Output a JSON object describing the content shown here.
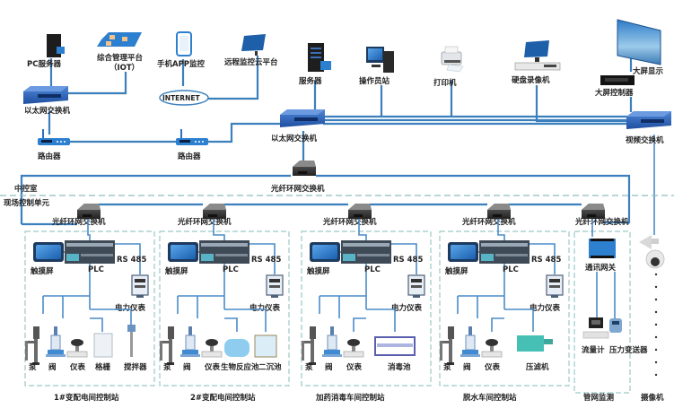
{
  "colors": {
    "link": "#3c7fbd",
    "device_blue": "#2d6fc4",
    "zone_border": "#9cc9c6",
    "text": "#222222"
  },
  "control_room": {
    "zone_label": "中控室",
    "pc_server": "PC服务器",
    "iot_platform_line1": "综合管理平台",
    "iot_platform_line2": "（IOT）",
    "mobile_app": "手机APP监控",
    "cloud_platform": "远程监控云平台",
    "internet": "INTERNET",
    "ethernet_switch_left": "以太网交换机",
    "router_left": "路由器",
    "router_mid": "路由器",
    "server": "服务器",
    "operator_station": "操作员站",
    "printer": "打印机",
    "nvr": "硬盘录像机",
    "video_wall": "大屏显示",
    "wall_controller": "大屏控制器",
    "ethernet_switch_main": "以太网交换机",
    "video_switch": "视频交换机",
    "fiber_ring_core": "光纤环网交换机"
  },
  "field_unit": {
    "zone_label": "现场控制单元",
    "stations": [
      {
        "switch": "光纤环网交换机",
        "touchscreen": "触摸屏",
        "plc": "PLC",
        "rs485": "RS 485",
        "power_meter": "电力仪表",
        "devices": [
          "泵",
          "阀",
          "仪表",
          "格栅",
          "搅拌器"
        ],
        "title": "1#变配电间控制站"
      },
      {
        "switch": "光纤环网交换机",
        "touchscreen": "触摸屏",
        "plc": "PLC",
        "rs485": "RS 485",
        "power_meter": "电力仪表",
        "devices": [
          "泵",
          "阀",
          "仪表",
          "生物反应池",
          "二沉池"
        ],
        "title": "2#变配电间控制站"
      },
      {
        "switch": "光纤环网交换机",
        "touchscreen": "触摸屏",
        "plc": "PLC",
        "rs485": "RS 485",
        "power_meter": "电力仪表",
        "devices": [
          "泵",
          "阀",
          "仪表",
          "消毒池"
        ],
        "title": "加药消毒车间控制站"
      },
      {
        "switch": "光纤环网交换机",
        "touchscreen": "触摸屏",
        "plc": "PLC",
        "rs485": "RS 485",
        "power_meter": "电力仪表",
        "devices": [
          "泵",
          "阀",
          "仪表",
          "压滤机"
        ],
        "title": "脱水车间控制站"
      }
    ],
    "pipe_network": {
      "switch": "光纤环网交换机",
      "gateway": "通讯网关",
      "flowmeter": "流量计",
      "pressure_transmitter": "压力变送器",
      "title": "管网监测"
    },
    "camera": "摄像机"
  }
}
